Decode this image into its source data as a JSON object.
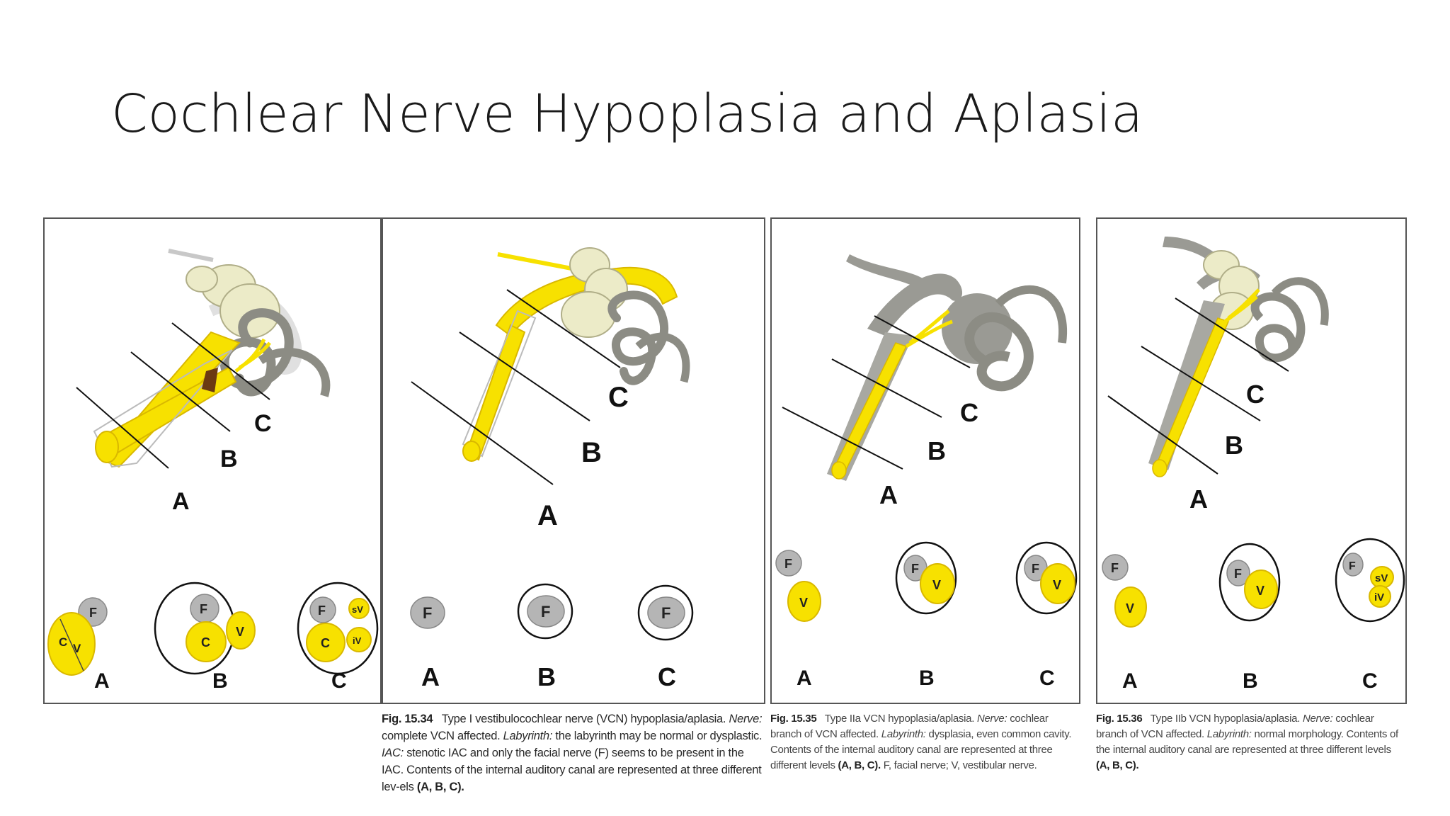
{
  "slide": {
    "title": "Cochlear Nerve Hypoplasia and Aplasia"
  },
  "colors": {
    "nerve_yellow": "#f7e100",
    "nerve_yellow_dark": "#d9b800",
    "labyrinth_gray": "#8c8c84",
    "vestibule_cream": "#ecebc8",
    "facial_gray": "#b5b5b5"
  },
  "figures": [
    {
      "level_labels": [
        "A",
        "B",
        "C"
      ],
      "section_labels": {
        "a": "A",
        "b": "B",
        "c": "C"
      },
      "nerve_labels": {
        "f": "F",
        "c": "C",
        "v": "V",
        "sv": "sV",
        "iv": "iV"
      },
      "caption": {
        "fig": "Fig. 15.34",
        "text1": "Type I vestibulocochlear nerve (VCN) hypoplasia/aplasia.",
        "nerve_label": "Nerve:",
        "text2": "complete VCN affected.",
        "labyrinth_label": "Labyrinth:",
        "text3": "the labyrinth may be normal or dysplastic.",
        "iac_label": "IAC:",
        "text4": "stenotic IAC and only the facial nerve (F) seems to be present in the IAC. Contents of the internal auditory canal are represented at three different lev-els",
        "levels": "(A, B, C)."
      }
    },
    {
      "level_labels": [
        "A",
        "B",
        "C"
      ],
      "section_labels": {
        "a": "A",
        "b": "B",
        "c": "C"
      },
      "nerve_labels": {
        "f": "F"
      }
    },
    {
      "level_labels": [
        "A",
        "B",
        "C"
      ],
      "section_labels": {
        "a": "A",
        "b": "B",
        "c": "C"
      },
      "nerve_labels": {
        "f": "F",
        "v": "V"
      },
      "caption": {
        "fig": "Fig. 15.35",
        "text1": "Type IIa VCN hypoplasia/aplasia.",
        "nerve_label": "Nerve:",
        "text2": "cochlear branch of VCN affected.",
        "labyrinth_label": "Labyrinth:",
        "text3": "dysplasia, even common cavity. Contents of the internal auditory canal are represented at three different levels",
        "levels": "(A, B, C).",
        "text4": "F, facial nerve; V, vestibular nerve."
      }
    },
    {
      "level_labels": [
        "A",
        "B",
        "C"
      ],
      "section_labels": {
        "a": "A",
        "b": "B",
        "c": "C"
      },
      "nerve_labels": {
        "f": "F",
        "v": "V",
        "sv": "sV",
        "iv": "iV"
      },
      "caption": {
        "fig": "Fig. 15.36",
        "text1": "Type IIb VCN hypoplasia/aplasia.",
        "nerve_label": "Nerve:",
        "text2": "cochlear branch of VCN affected.",
        "labyrinth_label": "Labyrinth:",
        "text3": "normal morphology. Contents of the internal auditory canal are represented at three different levels",
        "levels": "(A, B, C)."
      }
    }
  ]
}
